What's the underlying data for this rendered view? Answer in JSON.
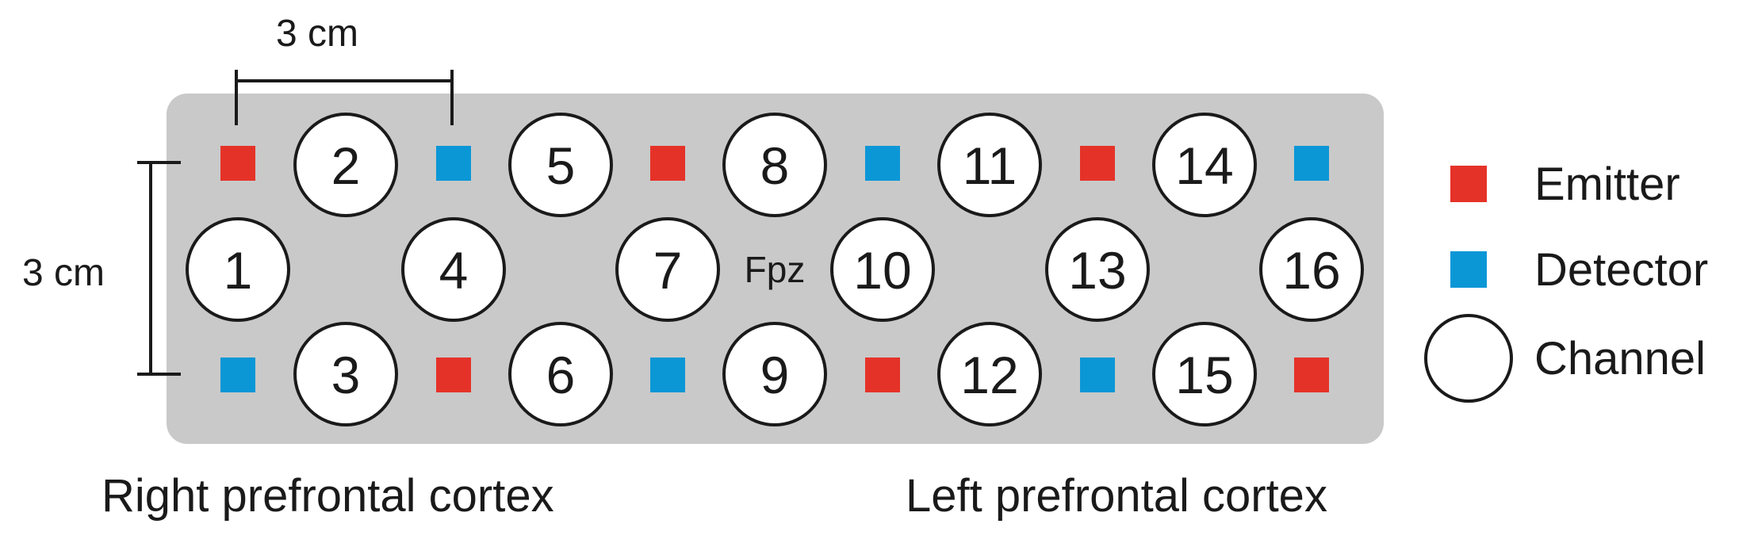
{
  "scale": {
    "horizontal_label": "3 cm",
    "vertical_label": "3 cm"
  },
  "center_label": "Fpz",
  "region_labels": {
    "right": "Right prefrontal cortex",
    "left": "Left prefrontal cortex"
  },
  "legend": [
    {
      "id": "emitter",
      "label": "Emitter",
      "shape": "square",
      "color": "#e53228"
    },
    {
      "id": "detector",
      "label": "Detector",
      "shape": "square",
      "color": "#0b97d6"
    },
    {
      "id": "channel",
      "label": "Channel",
      "shape": "circle",
      "color": "#ffffff"
    }
  ],
  "colors": {
    "board": "#c9c9c9",
    "emitter": "#e53228",
    "detector": "#0b97d6",
    "outline": "#1a1a1a"
  },
  "optodes": {
    "top_row": [
      "emitter",
      "detector",
      "emitter",
      "detector",
      "emitter",
      "detector"
    ],
    "bottom_row": [
      "detector",
      "emitter",
      "detector",
      "emitter",
      "detector",
      "emitter"
    ]
  },
  "channels": {
    "top_row": [
      "2",
      "5",
      "8",
      "11",
      "14"
    ],
    "middle_row": [
      "1",
      "4",
      "7",
      "10",
      "13",
      "16"
    ],
    "bottom_row": [
      "3",
      "6",
      "9",
      "12",
      "15"
    ]
  }
}
